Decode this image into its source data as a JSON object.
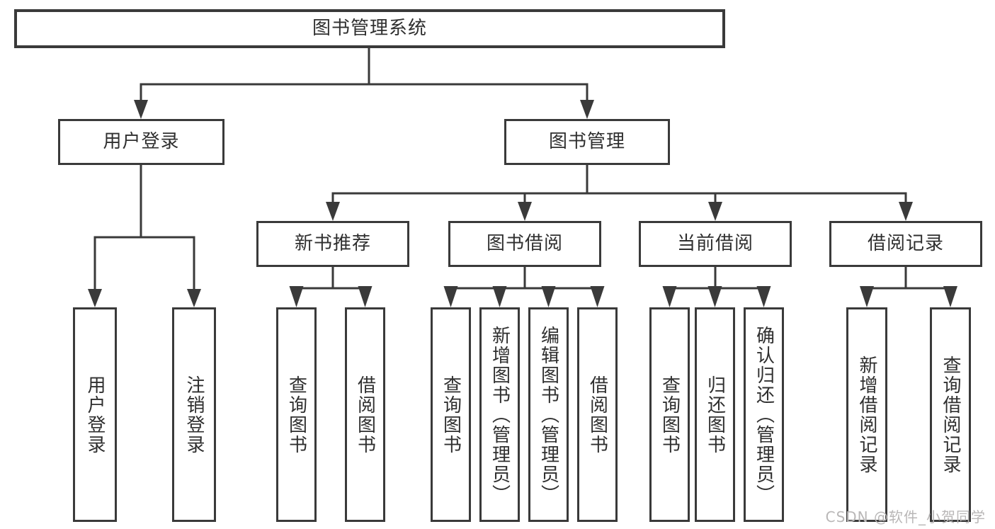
{
  "tree": {
    "root": {
      "label": "图书管理系统"
    },
    "branches": [
      {
        "label": "用户登录",
        "children": [
          {
            "label": "用户登录"
          },
          {
            "label": "注销登录"
          }
        ]
      },
      {
        "label": "图书管理",
        "children": [
          {
            "label": "新书推荐",
            "children": [
              {
                "label": "查询图书"
              },
              {
                "label": "借阅图书"
              }
            ]
          },
          {
            "label": "图书借阅",
            "children": [
              {
                "label": "查询图书"
              },
              {
                "label": "新增图书（管理员）"
              },
              {
                "label": "编辑图书（管理员）"
              },
              {
                "label": "借阅图书"
              }
            ]
          },
          {
            "label": "当前借阅",
            "children": [
              {
                "label": "查询图书"
              },
              {
                "label": "归还图书"
              },
              {
                "label": "确认归还（管理员）"
              }
            ]
          },
          {
            "label": "借阅记录",
            "children": [
              {
                "label": "新增借阅记录"
              },
              {
                "label": "查询借阅记录"
              }
            ]
          }
        ]
      }
    ]
  },
  "watermark": {
    "text": "CSDN @软件_小贺同学"
  },
  "colors": {
    "line": "#3a3a3a",
    "box_border": "#3a3a3a",
    "text": "#2f2f2f",
    "watermark": "#b9b7b7",
    "background": "#ffffff"
  }
}
